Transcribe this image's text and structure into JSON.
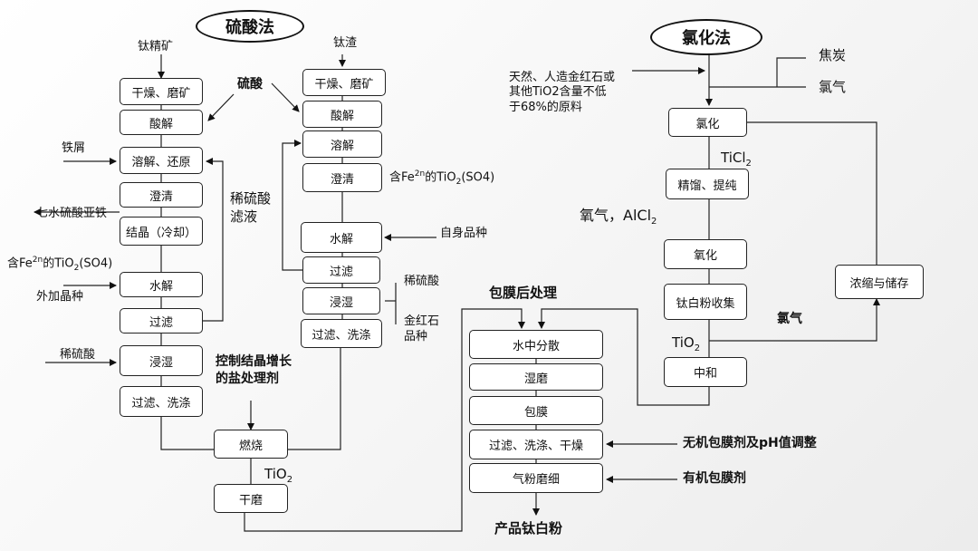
{
  "titles": {
    "sulfuric": "硫酸法",
    "chloride": "氯化法"
  },
  "left_column": {
    "input": "钛精矿",
    "steps": [
      "干燥、磨矿",
      "酸解",
      "溶解、还原",
      "澄清",
      "结晶（冷却）",
      "水解",
      "过滤",
      "浸湿",
      "过滤、洗涤"
    ],
    "side": {
      "iron_scrap": "铁屑",
      "ferrous_sulfate": "七水硫酸亚铁",
      "fe_tio2_prefix": "含Fe",
      "fe_tio2_sup": "2n",
      "fe_tio2_suffix": "的TiO",
      "fe_tio2_sub": "2",
      "fe_tio2_tail": "(SO4)",
      "external_seed": "外加晶种",
      "dilute_acid": "稀硫酸",
      "sulfuric_acid": "硫酸",
      "dilute_filtrate_1": "稀硫酸",
      "dilute_filtrate_2": "滤液",
      "growth_control_1": "控制结晶增长",
      "growth_control_2": "的盐处理剂"
    }
  },
  "middle_column": {
    "input": "钛渣",
    "steps": [
      "干燥、磨矿",
      "酸解",
      "溶解",
      "澄清",
      "水解",
      "过滤",
      "浸湿",
      "过滤、洗涤"
    ],
    "side": {
      "self_seed": "自身品种",
      "dilute_acid": "稀硫酸",
      "rutile_seed_1": "金红石",
      "rutile_seed_2": "品种"
    }
  },
  "calcine": {
    "burn": "燃烧",
    "tio2_prefix": "TiO",
    "tio2_sub": "2",
    "dry_mill": "干磨"
  },
  "post_treatment": {
    "title": "包膜后处理",
    "steps": [
      "水中分散",
      "湿磨",
      "包膜",
      "过滤、洗涤、干燥",
      "气粉磨细"
    ],
    "inorganic": "无机包膜剂及pH值调整",
    "organic": "有机包膜剂",
    "product": "产品钛白粉"
  },
  "chloride_process": {
    "raw_1": "天然、人造金红石或",
    "raw_2": "其他TiO2含量不低",
    "raw_3": "于68%的原料",
    "coke": "焦炭",
    "chlorine_in": "氯气",
    "steps": [
      "氯化",
      "精馏、提纯",
      "氧化",
      "钛白粉收集",
      "中和"
    ],
    "ticl_prefix": "TiCl",
    "ticl_sub": "2",
    "oxygen_prefix": "氧气，AlCl",
    "oxygen_sub": "2",
    "tio2_prefix": "TiO",
    "tio2_sub": "2",
    "chlorine_out": "氯气",
    "store": "浓缩与储存"
  }
}
